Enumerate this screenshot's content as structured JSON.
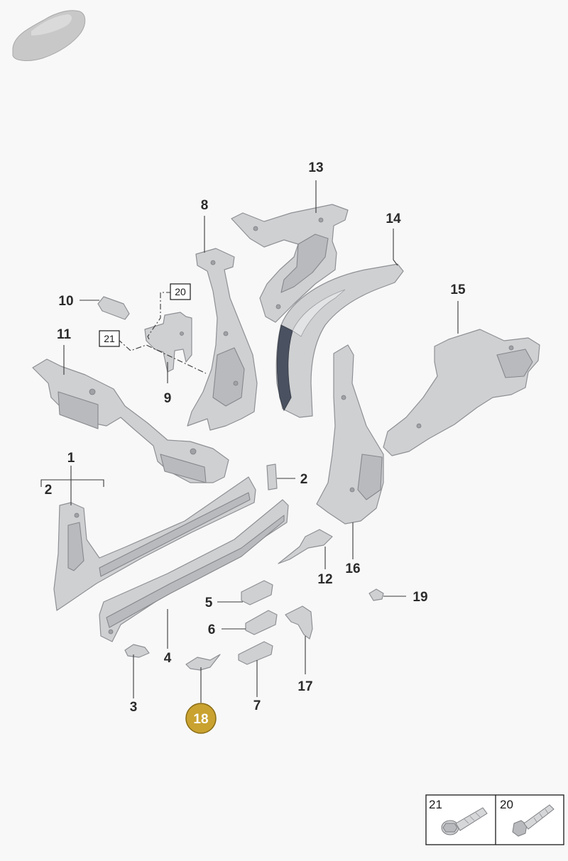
{
  "diagram": {
    "callouts": {
      "p1": "1",
      "p2a": "2",
      "p2b": "2",
      "p3": "3",
      "p4": "4",
      "p5": "5",
      "p6": "6",
      "p7": "7",
      "p8": "8",
      "p9": "9",
      "p10": "10",
      "p11": "11",
      "p12": "12",
      "p13": "13",
      "p14": "14",
      "p15": "15",
      "p16": "16",
      "p17": "17",
      "p19": "19"
    },
    "boxed_callouts": {
      "b20": "20",
      "b21": "21"
    },
    "highlighted_part": "18",
    "highlight_color": "#c9a230",
    "parts_color": "#cfd0d2"
  },
  "fasteners_panel": {
    "cells": [
      {
        "label": "21",
        "icon": "bolt-with-washer-icon"
      },
      {
        "label": "20",
        "icon": "hex-bolt-icon"
      }
    ]
  }
}
